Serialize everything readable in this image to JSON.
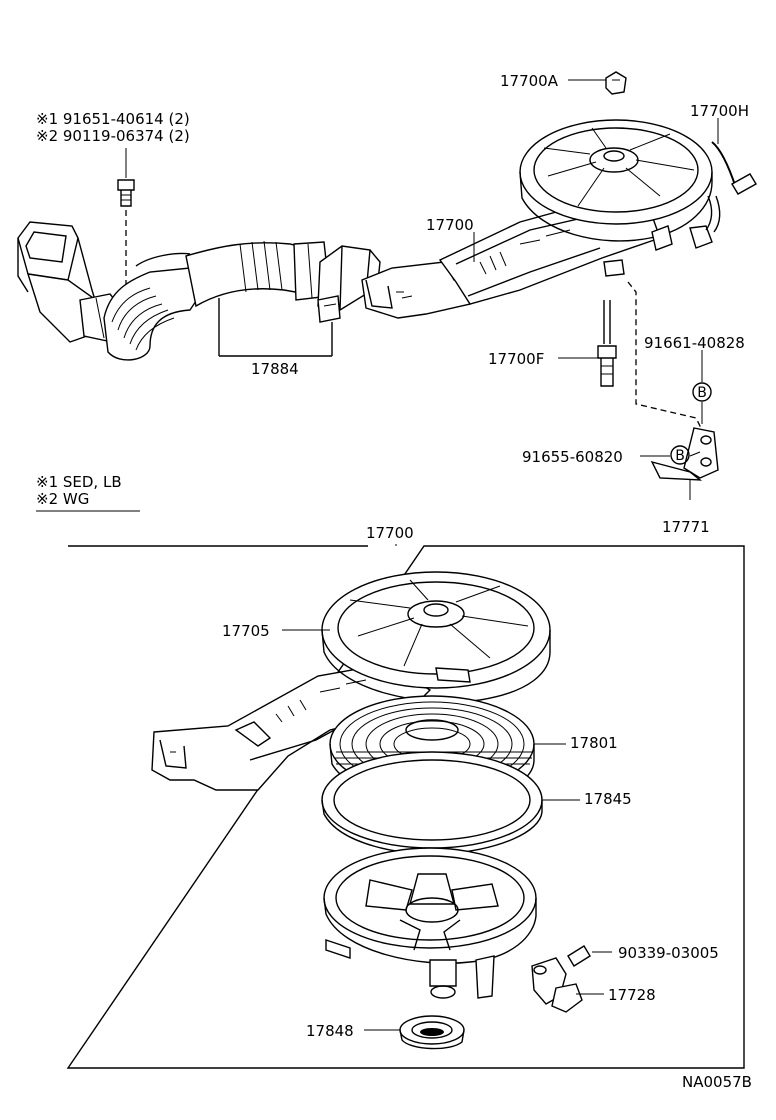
{
  "notes": {
    "line1": "※1  91651-40614 (2)",
    "line2": "※2  90119-06374 (2)",
    "legend1": "※1  SED, LB",
    "legend2": "※2  WG"
  },
  "labels": {
    "p17700A": "17700A",
    "p17700H": "17700H",
    "p17700_top": "17700",
    "p17884": "17884",
    "p17700F": "17700F",
    "p91661": "91661-40828",
    "circleB1": "B",
    "circleB2": "B",
    "p91655": "91655-60820",
    "p17771": "17771",
    "p17700_box": "17700",
    "p17705": "17705",
    "p17801": "17801",
    "p17845": "17845",
    "p90339": "90339-03005",
    "p17728": "17728",
    "p17848": "17848"
  },
  "code": "NA0057B"
}
